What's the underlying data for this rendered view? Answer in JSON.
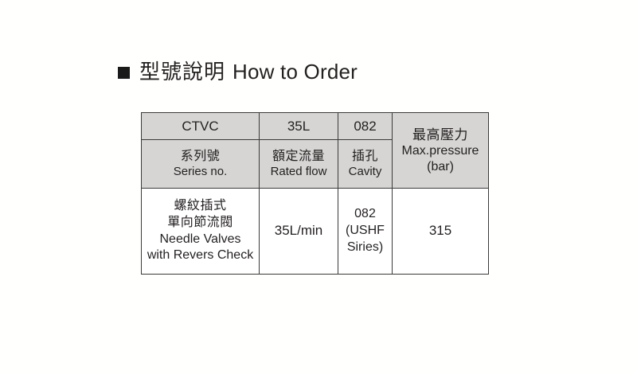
{
  "page": {
    "background_color": "#fffffd",
    "text_color": "#231f20"
  },
  "heading": {
    "bullet": "square-bullet",
    "cjk": "型號說明",
    "english": "How to Order"
  },
  "table": {
    "header_fill": "#d6d5d3",
    "border_color": "#3a3a3a",
    "code_row": {
      "series": "CTVC",
      "flow": "35L",
      "cavity": "082"
    },
    "label_row": {
      "series_cjk": "系列號",
      "series_en": "Series no.",
      "flow_cjk": "額定流量",
      "flow_en": "Rated flow",
      "cavity_cjk": "插孔",
      "cavity_en": "Cavity"
    },
    "pressure_cell": {
      "cjk": "最高壓力",
      "en": "Max.pressure",
      "unit": "(bar)"
    },
    "data_row": {
      "series_cjk_1": "螺紋插式",
      "series_cjk_2": "單向節流閥",
      "series_en_1": "Needle Valves",
      "series_en_2": "with Revers Check",
      "flow": "35L/min",
      "cavity_code": "082",
      "cavity_note_1": "(USHF",
      "cavity_note_2": "Siries)",
      "pressure": "315"
    }
  }
}
